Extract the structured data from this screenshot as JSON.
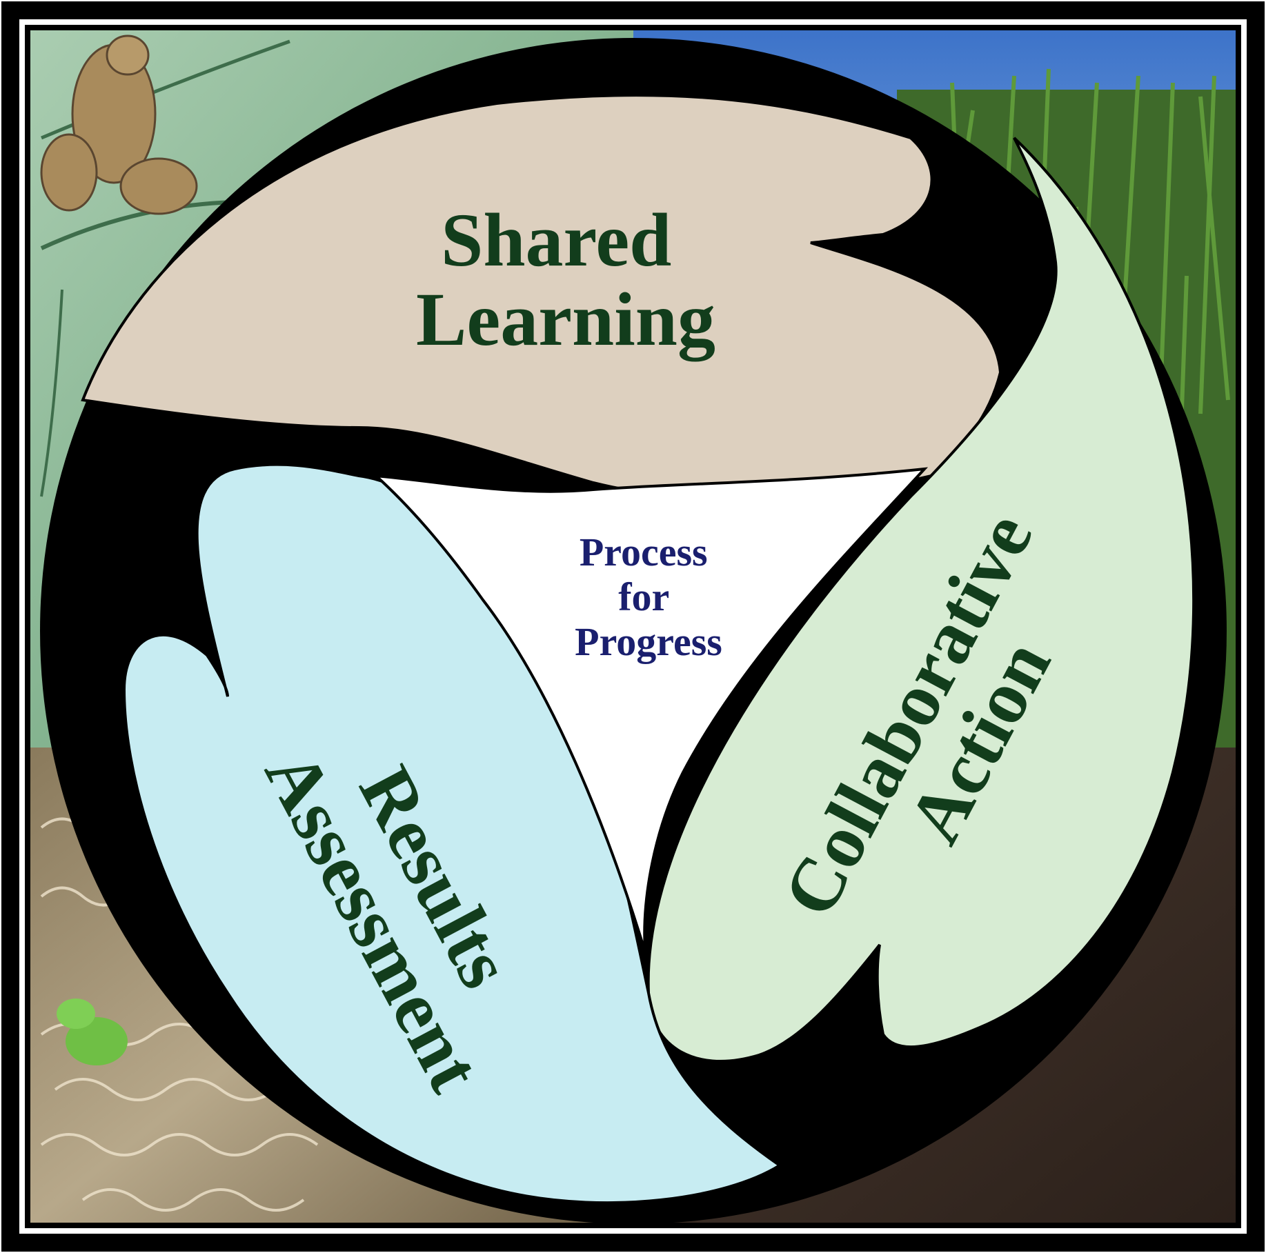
{
  "diagram": {
    "center_label": [
      "Process",
      "for",
      "Progress"
    ],
    "segments": [
      {
        "id": "shared-learning",
        "lines": [
          "Shared",
          "Learning"
        ]
      },
      {
        "id": "collaborative-action",
        "lines": [
          "Collaborative",
          "Action"
        ]
      },
      {
        "id": "results-assessment",
        "lines": [
          "Results",
          "Assessment"
        ]
      }
    ]
  },
  "colors": {
    "text_green": "#123d1c",
    "text_navy": "#1a1f6e",
    "shared_learning_fill": "#ddd0bf",
    "collaborative_action_fill": "#d7ecd3",
    "results_assessment_fill": "#c7ecf2",
    "ring": "#000000",
    "center_fill": "#ffffff"
  },
  "background_images": [
    "frog-on-lily-pad",
    "corn-field",
    "rippled-water",
    "soil"
  ]
}
